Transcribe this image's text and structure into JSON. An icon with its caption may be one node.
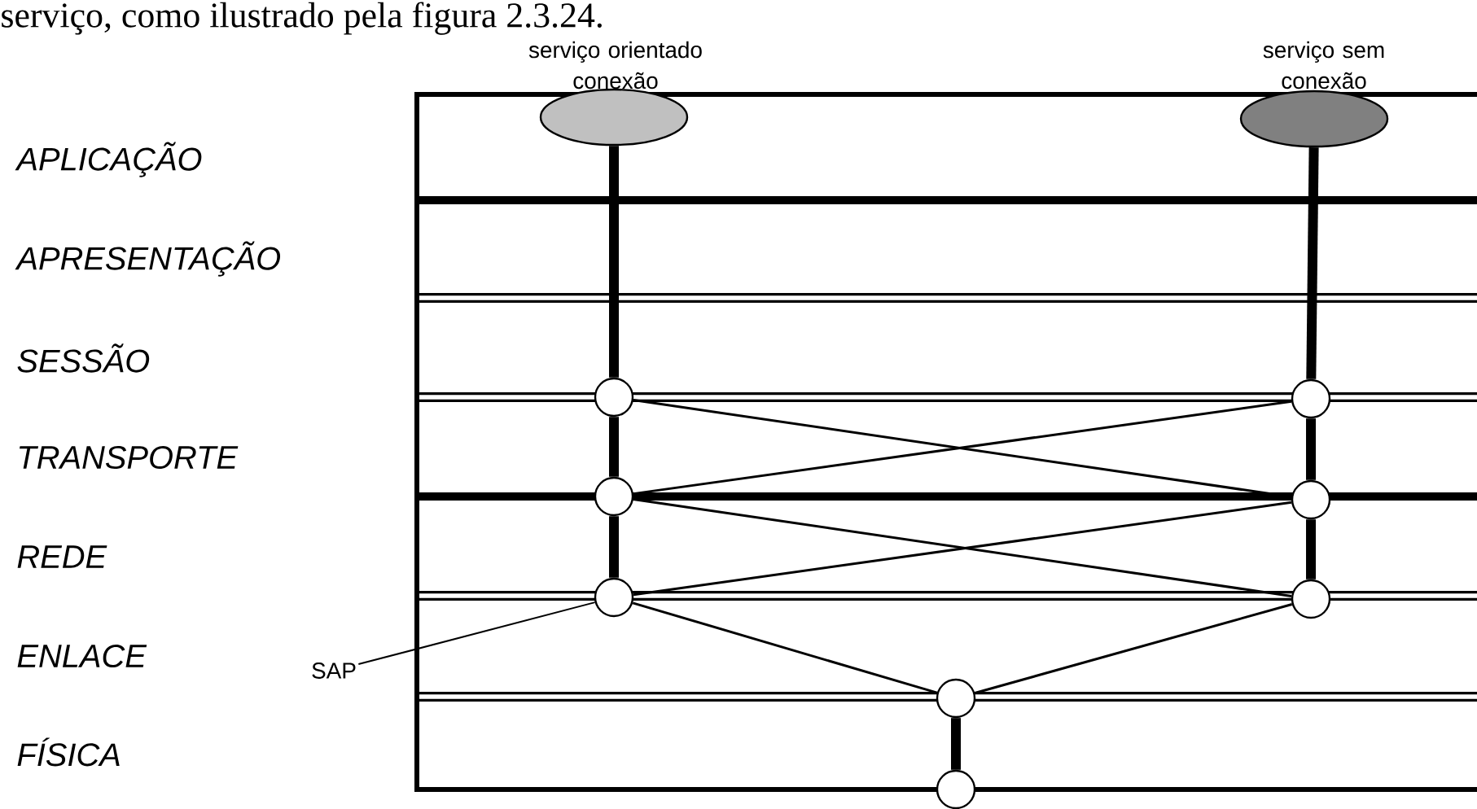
{
  "diagram": {
    "nodes": [
      {
        "text": [
          "serviço orientado conexão"
        ]
      },
      {
        "text": [
          "serviço sem conexão"
        ]
      },
      {
        "text": [],
        "shape": "circle"
      },
      {
        "text": [],
        "shape": "circle"
      },
      {
        "text": [],
        "shape": "circle"
      },
      {
        "text": [],
        "shape": "circle"
      },
      {
        "text": [],
        "shape": "circle"
      },
      {
        "text": [],
        "shape": "circle"
      },
      {
        "text": [],
        "shape": "circle"
      },
      {
        "text": [],
        "shape": "circle"
      },
      {
        "text": [
          "SAP"
        ]
      }
    ],
    "edges": [
      {
        "from": 0,
        "to": 2,
        "arrow": "none",
        "style": "thick"
      },
      {
        "from": 2,
        "to": 4,
        "arrow": "none",
        "style": "thick"
      },
      {
        "from": 4,
        "to": 6,
        "arrow": "none",
        "style": "thick"
      },
      {
        "from": 1,
        "to": 3,
        "arrow": "none",
        "style": "thick"
      },
      {
        "from": 3,
        "to": 5,
        "arrow": "none",
        "style": "thick"
      },
      {
        "from": 5,
        "to": 7,
        "arrow": "none",
        "style": "thick"
      },
      {
        "from": 8,
        "to": 9,
        "arrow": "none",
        "style": "thick"
      },
      {
        "from": 2,
        "to": 5,
        "arrow": "none"
      },
      {
        "from": 3,
        "to": 4,
        "arrow": "none"
      },
      {
        "from": 4,
        "to": 7,
        "arrow": "none"
      },
      {
        "from": 5,
        "to": 6,
        "arrow": "none"
      },
      {
        "from": 6,
        "to": 8,
        "arrow": "none"
      },
      {
        "from": 7,
        "to": 8,
        "arrow": "none"
      },
      {
        "from": 10,
        "to": 6,
        "arrow": "none"
      }
    ],
    "labels": [
      "serviço, como ilustrado pela figura 2.3.24.",
      "APLICAÇÃO",
      "APRESENTAÇÃO",
      "SESSÃO",
      "TRANSPORTE",
      "REDE",
      "ENLACE",
      "FÍSICA"
    ]
  }
}
